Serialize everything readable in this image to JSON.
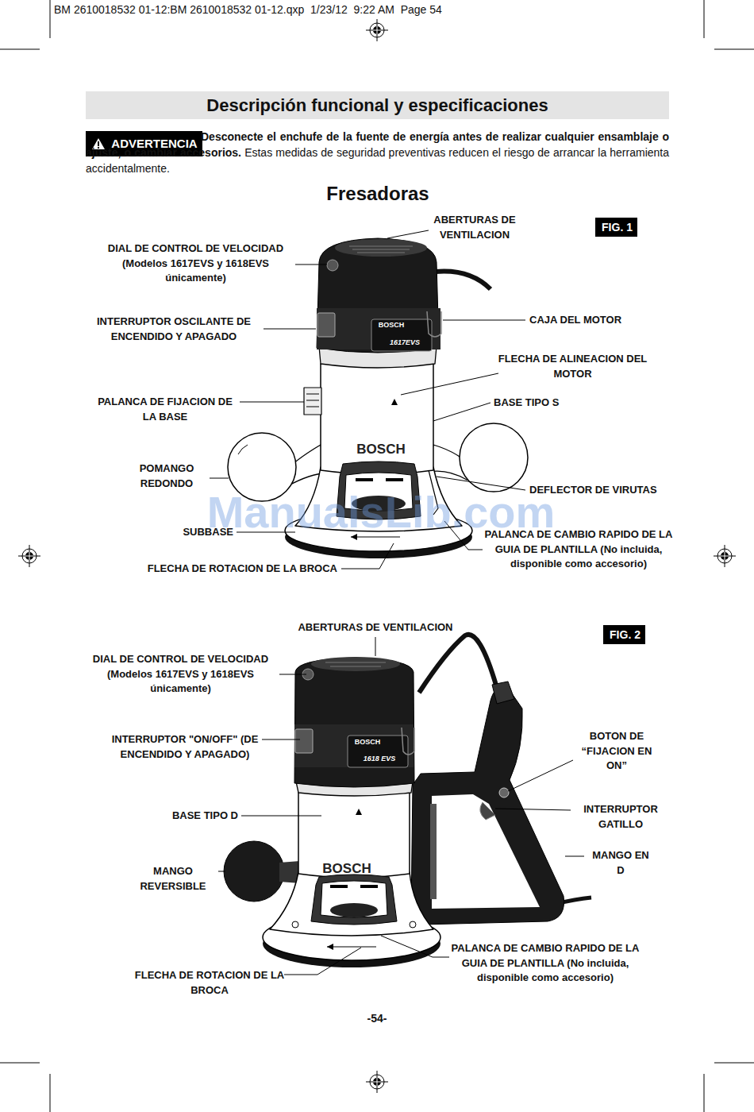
{
  "diagram": {
    "title": "Descripción funcional y especificaciones",
    "nodes": [
      {
        "text": [
          "ADVERTENCIA"
        ]
      },
      {
        "text": [
          "FIG. 1"
        ]
      },
      {
        "text": [
          "FIG. 2"
        ]
      }
    ],
    "labels": [
      "BM 2610018532 01-12:BM 2610018532 01-12.qxp  1/23/12  9:22 AM  Page 54",
      "Desconecte el enchufe de la fuente de energía antes de realizar cualquier ensamblaje o ajuste, o cambiar accesorios.",
      "Estas medidas de seguridad preventivas reducen el riesgo de arrancar la herramienta accidentalmente.",
      "Fresadoras",
      "ABERTURAS DE VENTILACION",
      "DIAL DE CONTROL DE VELOCIDAD (Modelos 1617EVS y 1618EVS únicamente)",
      "INTERRUPTOR OSCILANTE DE ENCENDIDO Y APAGADO",
      "CAJA DEL MOTOR",
      "FLECHA DE ALINEACION DEL MOTOR",
      "PALANCA DE FIJACION DE LA BASE",
      "BASE TIPO S",
      "POMANGO REDONDO",
      "DEFLECTOR DE VIRUTAS",
      "SUBBASE",
      "PALANCA DE CAMBIO RAPIDO DE LA GUIA DE PLANTILLA (No incluida, disponible como accesorio)",
      "FLECHA DE ROTACION DE LA BROCA",
      "ABERTURAS DE VENTILACION",
      "DIAL DE CONTROL DE VELOCIDAD (Modelos 1617EVS y 1618EVS únicamente)",
      "INTERRUPTOR \"ON/OFF\" (DE ENCENDIDO Y APAGADO)",
      "BASE TIPO D",
      "BOTON DE “FIJACION EN ON”",
      "INTERRUPTOR GATILLO",
      "MANGO EN D",
      "MANGO REVERSIBLE",
      "FLECHA DE ROTACION DE LA BROCA",
      "PALANCA DE CAMBIO RAPIDO DE LA GUIA DE PLANTILLA (No incluida, disponible como accesorio)",
      "BOSCH",
      "1617EVS",
      "BOSCH",
      "BOSCH",
      "1618 EVS",
      "BOSCH",
      "ManualsLib.com",
      "-54-"
    ]
  }
}
